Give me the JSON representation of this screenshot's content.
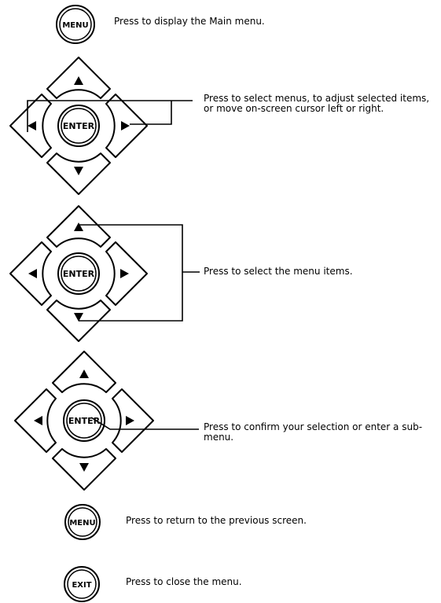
{
  "rows": [
    {
      "button": "MENU",
      "description": "Press to display the Main menu."
    },
    {
      "button": "ENTER",
      "description": "Press to select menus, to adjust selected items, or move on-screen cursor left or right."
    },
    {
      "button": "ENTER",
      "description": "Press to select the menu items."
    },
    {
      "button": "ENTER",
      "description": "Press to confirm your selection or enter a sub-menu."
    },
    {
      "button": "MENU",
      "description": "Press to return to the previous screen."
    },
    {
      "button": "EXIT",
      "description": "Press to close the menu."
    }
  ]
}
